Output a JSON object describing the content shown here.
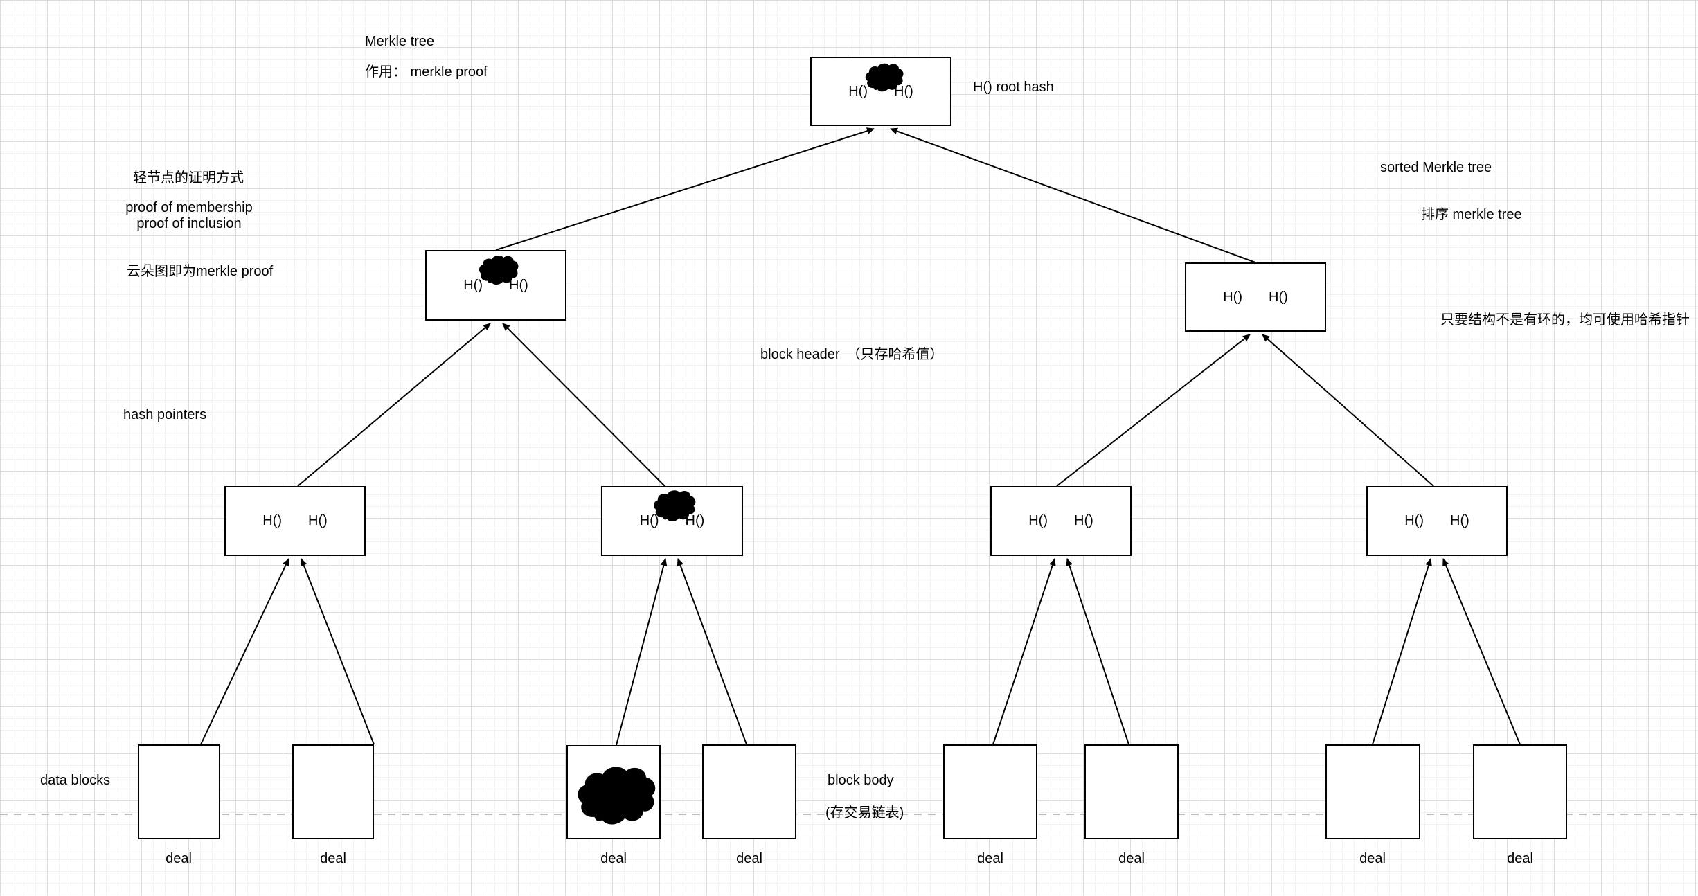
{
  "annotations": {
    "title": "Merkle  tree",
    "purpose": "作用： merkle proof",
    "root_hash": "H() root hash",
    "light_node": "轻节点的证明方式",
    "proof_membership": "proof of membership",
    "proof_inclusion": "proof of inclusion",
    "cloud_note": "云朵图即为merkle proof",
    "sorted_en": "sorted Merkle tree",
    "sorted_zh": "排序 merkle tree",
    "acyclic_note": "只要结构不是有环的，均可使用哈希指针",
    "block_header": "block header　（只存哈希值）",
    "hash_pointers": "hash pointers",
    "data_blocks": "data blocks",
    "block_body": "block body",
    "block_body_sub": "(存交易链表)"
  },
  "tree": {
    "nodes": {
      "root": {
        "left": "H()",
        "right": "H()",
        "has_cloud": true
      },
      "l2_left": {
        "left": "H()",
        "right": "H()",
        "has_cloud": true
      },
      "l2_right": {
        "left": "H()",
        "right": "H()",
        "has_cloud": false
      },
      "l3_a": {
        "left": "H()",
        "right": "H()",
        "has_cloud": false
      },
      "l3_b": {
        "left": "H()",
        "right": "H()",
        "has_cloud": true
      },
      "l3_c": {
        "left": "H()",
        "right": "H()",
        "has_cloud": false
      },
      "l3_d": {
        "left": "H()",
        "right": "H()",
        "has_cloud": false
      }
    },
    "leaves": [
      {
        "caption": "deal",
        "has_cloud": false
      },
      {
        "caption": "deal",
        "has_cloud": false
      },
      {
        "caption": "deal",
        "has_cloud": true
      },
      {
        "caption": "deal",
        "has_cloud": false
      },
      {
        "caption": "deal",
        "has_cloud": false
      },
      {
        "caption": "deal",
        "has_cloud": false
      },
      {
        "caption": "deal",
        "has_cloud": false
      },
      {
        "caption": "deal",
        "has_cloud": false
      }
    ]
  },
  "colors": {
    "line": "#000000",
    "dashed_line": "#bbbbbb",
    "grid_minor": "#f2f2f2",
    "grid_major": "#dcdcdc",
    "box_background": "#ffffff"
  }
}
